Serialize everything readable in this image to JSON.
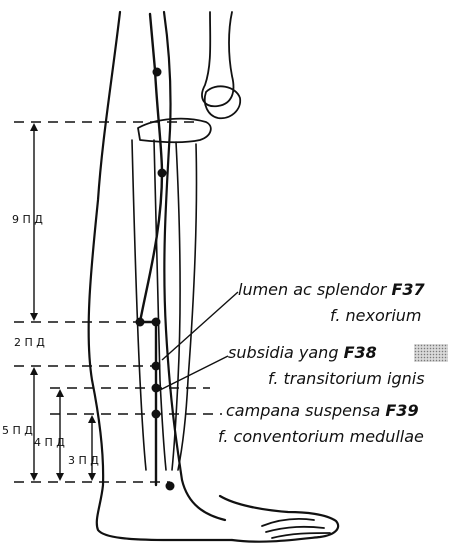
{
  "measurements": {
    "m9": "9 П Д",
    "m2": "2 П Д",
    "m5": "5 П Д",
    "m4": "4 П Д",
    "m3": "3 П Д"
  },
  "labels": {
    "f37": {
      "name": "lumen ac splendor",
      "code": "F37",
      "sub": "f. nexorium"
    },
    "f38": {
      "name": "subsidia yang",
      "code": "F38",
      "sub": "f. transitorium ignis"
    },
    "f39": {
      "name": "campana suspensa",
      "code": "F39",
      "sub": "f. conventorium medullae"
    }
  },
  "colors": {
    "line": "#111111",
    "swatch": "#d9d9d9"
  }
}
